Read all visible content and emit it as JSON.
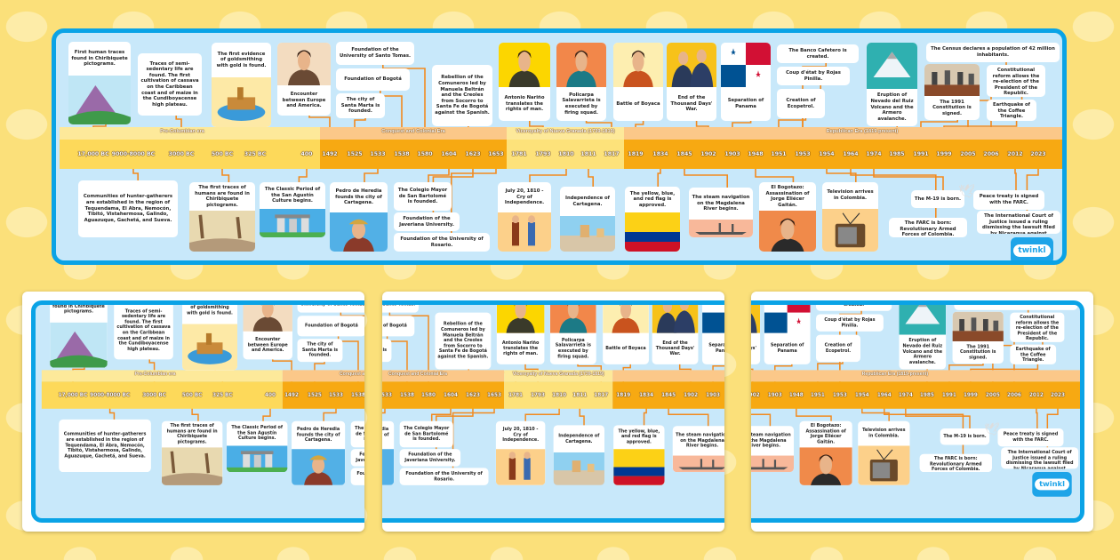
{
  "colors": {
    "frame": "#0aa3e6",
    "sky": "#c8e8fa",
    "connector": "#f28a1e",
    "background": "#fbe07a"
  },
  "brand": {
    "logo": "twinkl"
  },
  "eras": [
    {
      "label": "Pre-Columbian era",
      "top": "#fde99a",
      "bottom": "#fdd95a"
    },
    {
      "label": "Conquest and Colonial Era",
      "top": "#fbc889",
      "bottom": "#f7a912"
    },
    {
      "label": "Viceroyalty of Nueva Granada (1739-1819)",
      "top": "#fde99a",
      "bottom": "#fde27a"
    },
    {
      "label": "Republican Era (1819-present)",
      "top": "#fbc889",
      "bottom": "#f7a912"
    }
  ],
  "dates": [
    "17,000 BC",
    "9000-8000 BC",
    "3000 BC",
    "500 BC",
    "325 BC",
    "400",
    "1492",
    "1525",
    "1533",
    "1538",
    "1580",
    "1604",
    "1623",
    "1653",
    "1781",
    "1793",
    "1810",
    "1811",
    "1817",
    "1819",
    "1834",
    "1845",
    "1902",
    "1903",
    "1948",
    "1951",
    "1953",
    "1954",
    "1964",
    "1974",
    "1985",
    "1991",
    "1999",
    "2005",
    "2006",
    "2012",
    "2023"
  ],
  "events": [
    {
      "text": "First human traces found in Chiribiquete pictograms.",
      "date": "17,000 BC",
      "image": "mountain-illustration"
    },
    {
      "text": "Traces of semi-sedentary life are found. The first cultivation of cassava on the Caribbean coast and of maize in the Cundiboyacense high plateau.",
      "date": "3000 BC"
    },
    {
      "text": "The first evidence of goldsmithing with gold is found.",
      "date": "325 BC",
      "image": "gold-raft-illustration"
    },
    {
      "text": "Encounter between Europe and America.",
      "date": "1492",
      "image": "columbus-portrait"
    },
    {
      "text": "Foundation of the University of Santo Tomas.",
      "date": "1580"
    },
    {
      "text": "Foundation of Bogotá",
      "date": "1538"
    },
    {
      "text": "The city of Santa Marta is founded.",
      "date": "1525"
    },
    {
      "text": "Rebellion of the Comuneros led by Manuela Beltrán and the Creoles from Socorro to Santa Fe de Bogotá against the Spanish.",
      "date": "1781"
    },
    {
      "text": "Antonio Nariño translates the rights of man.",
      "date": "1793",
      "image": "narino-portrait"
    },
    {
      "text": "Policarpa Salavarrieta is executed by firing squad.",
      "date": "1817",
      "image": "policarpa-portrait"
    },
    {
      "text": "Battle of Boyaca",
      "date": "1819",
      "image": "bolivar-portrait"
    },
    {
      "text": "End of the Thousand Days' War.",
      "date": "1902",
      "image": "soldiers-illustration"
    },
    {
      "text": "Separation of Panama",
      "date": "1903",
      "image": "panama-flag"
    },
    {
      "text": "The Banco Cafetero is created.",
      "date": "1953"
    },
    {
      "text": "Coup d'état by Rojas Pinilla.",
      "date": "1953"
    },
    {
      "text": "Creation of Ecopetrol.",
      "date": "1951"
    },
    {
      "text": "Eruption of Nevado del Ruiz Volcano and the Armero avalanche.",
      "date": "1985",
      "image": "volcano-illustration"
    },
    {
      "text": "The Census declares a population of 42 million inhabitants.",
      "date": "2006"
    },
    {
      "text": "The 1991 Constitution is signed.",
      "date": "1991",
      "image": "constitution-photo"
    },
    {
      "text": "Constitutional reform allows the re-election of the President of the Republic.",
      "date": "2005"
    },
    {
      "text": "Earthquake of the Coffee Triangle.",
      "date": "1999"
    },
    {
      "text": "Communities of hunter-gatherers are established in the region of Tequendama, El Abra, Nemocón, Tibitó, Vistahermosa, Galindo, Aguazuque, Gachetá, and Sueva.",
      "date": "9000-8000 BC"
    },
    {
      "text": "The first traces of humans are found in Chiribiquete pictograms.",
      "date": "500 BC",
      "image": "cave-illustration"
    },
    {
      "text": "The Classic Period of the San Agustín Culture begins.",
      "date": "400",
      "image": "san-agustin-statues"
    },
    {
      "text": "Pedro de Heredia founds the city of Cartagena.",
      "date": "1533",
      "image": "heredia-portrait"
    },
    {
      "text": "The Colegio Mayor de San Bartolomé is founded.",
      "date": "1604"
    },
    {
      "text": "Foundation of the Javeriana University.",
      "date": "1623"
    },
    {
      "text": "Foundation of the University of Rosario.",
      "date": "1653"
    },
    {
      "text": "July 20, 1810 - Cry of Independence.",
      "date": "1810",
      "image": "independence-illustration"
    },
    {
      "text": "Independence of Cartagena.",
      "date": "1811",
      "image": "cartagena-illustration"
    },
    {
      "text": "The yellow, blue, and red flag is approved.",
      "date": "1834",
      "image": "colombia-flag"
    },
    {
      "text": "The steam navigation on the Magdalena River begins.",
      "date": "1845",
      "image": "steamship-illustration"
    },
    {
      "text": "El Bogotazo: Assassination of Jorge Eliécer Gaitán.",
      "date": "1948",
      "image": "gaitan-portrait"
    },
    {
      "text": "Television arrives in Colombia.",
      "date": "1954",
      "image": "television-illustration"
    },
    {
      "text": "The FARC is born: Revolutionary Armed Forces of Colombia.",
      "date": "1964"
    },
    {
      "text": "The M-19 is born.",
      "date": "1974"
    },
    {
      "text": "Peace treaty is signed with the FARC.",
      "date": "2012",
      "image": "dove-icon"
    },
    {
      "text": "The International Court of Justice issued a ruling dismissing the lawsuit filed by Nicaragua against Colombia.",
      "date": "2023"
    }
  ]
}
